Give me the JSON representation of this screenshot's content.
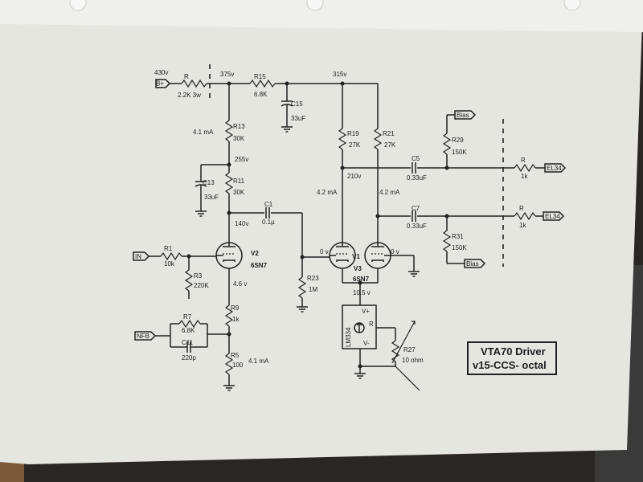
{
  "title": {
    "line1": "VTA70 Driver",
    "line2": "v15-CCS- octal"
  },
  "nodes": {
    "v430": "430v",
    "v375": "375v",
    "v315": "315v",
    "v255": "255v",
    "v210": "210v",
    "v140": "140v",
    "v0_left": "0 v",
    "v0_right": "0 v",
    "v46": "4.6 v",
    "v105": "10.5 v",
    "i41_top": "4.1 mA",
    "i42_left": "4.2 mA",
    "i42_right": "4.2 mA",
    "i41_bottom": "4.1 mA"
  },
  "ports": {
    "bplus": "B+",
    "in": "IN",
    "nfb": "NFB",
    "bias_top": "Bias",
    "bias_bottom": "Bias",
    "el34_top": "EL34",
    "el34_bottom": "EL34"
  },
  "components": {
    "r": {
      "name": "R",
      "value": "2.2K 3w"
    },
    "r15": {
      "name": "R15",
      "value": "6.8K"
    },
    "c15": {
      "name": "C15",
      "value": "33uF"
    },
    "r13": {
      "name": "R13",
      "value": "30K"
    },
    "c13": {
      "name": "C13",
      "value": "33uF"
    },
    "r11": {
      "name": "R11",
      "value": "30K"
    },
    "c1": {
      "name": "C1",
      "value": "0.1µ"
    },
    "r19": {
      "name": "R19",
      "value": "27K"
    },
    "r21": {
      "name": "R21",
      "value": "27K"
    },
    "c5": {
      "name": "C5",
      "value": "0.33uF"
    },
    "c7": {
      "name": "C7",
      "value": "0.33uF"
    },
    "r29": {
      "name": "R29",
      "value": "150K"
    },
    "r31": {
      "name": "R31",
      "value": "150K"
    },
    "r_top": {
      "name": "R",
      "value": "1k"
    },
    "r_bottom": {
      "name": "R",
      "value": "1k"
    },
    "r1": {
      "name": "R1",
      "value": "10k"
    },
    "r3": {
      "name": "R3",
      "value": "220K"
    },
    "v2": {
      "name": "V2",
      "value": "6SN7"
    },
    "r23": {
      "name": "R23",
      "value": "1M"
    },
    "v1": {
      "name": "V1"
    },
    "v3": {
      "name": "V3",
      "value": "6SN7"
    },
    "r9": {
      "name": "R9",
      "value": "1k"
    },
    "r5": {
      "name": "R5",
      "value": "100"
    },
    "r7": {
      "name": "R7",
      "value": "6.8K"
    },
    "c11": {
      "name": "C11",
      "value": "220p"
    },
    "lm334": {
      "name": "LM334",
      "pin_vplus": "V+",
      "pin_r": "R",
      "pin_vminus": "V-"
    },
    "r27": {
      "name": "R27",
      "value": "10 ohm"
    }
  },
  "colors": {
    "paper": "#e8e8e3",
    "ink": "#202020",
    "background": "#2a2623"
  }
}
